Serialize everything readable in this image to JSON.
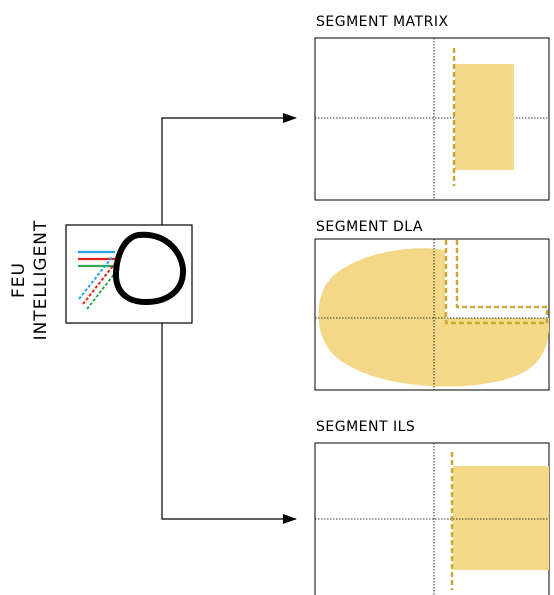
{
  "feu_label": {
    "line1": "FEU",
    "line2": "INTELLIGENT"
  },
  "segments": [
    {
      "title": "SEGMENT MATRIX"
    },
    {
      "title": "SEGMENT DLA"
    },
    {
      "title": "SEGMENT ILS"
    }
  ],
  "colors": {
    "beam_fill": "#f2d887",
    "beam_outline": "#c9a93a",
    "ray_blue": "#29a3dd",
    "ray_red": "#e2231a",
    "ray_green": "#2fa84f"
  }
}
